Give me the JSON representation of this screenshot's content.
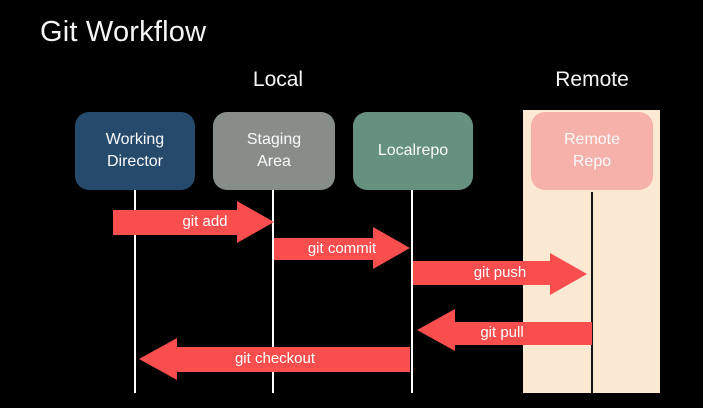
{
  "title": "Git Workflow",
  "groups": {
    "local": "Local",
    "remote": "Remote"
  },
  "nodes": [
    {
      "id": "working-directory",
      "label": "Working\nDirector"
    },
    {
      "id": "staging-area",
      "label": "Staging\nArea"
    },
    {
      "id": "local-repo",
      "label": "Localrepo"
    },
    {
      "id": "remote-repo",
      "label": "Remote\nRepo"
    }
  ],
  "arrows": [
    {
      "label": "git add",
      "from": "working-directory",
      "to": "staging-area",
      "direction": "right"
    },
    {
      "label": "git commit",
      "from": "staging-area",
      "to": "local-repo",
      "direction": "right"
    },
    {
      "label": "git push",
      "from": "local-repo",
      "to": "remote-repo",
      "direction": "right"
    },
    {
      "label": "git pull",
      "from": "remote-repo",
      "to": "local-repo",
      "direction": "left"
    },
    {
      "label": "git checkout",
      "from": "local-repo",
      "to": "working-directory",
      "direction": "left"
    }
  ],
  "colors": {
    "background": "#000000",
    "text": "#f5f5f5",
    "arrow": "#f94e4e",
    "working_box": "#264a6c",
    "staging_box": "#878e8a",
    "localrepo_box": "#67917f",
    "remote_box": "#f5b1aa",
    "remote_band": "#fce9d4",
    "lifeline_light": "#ffffff",
    "lifeline_dark": "#141414"
  }
}
